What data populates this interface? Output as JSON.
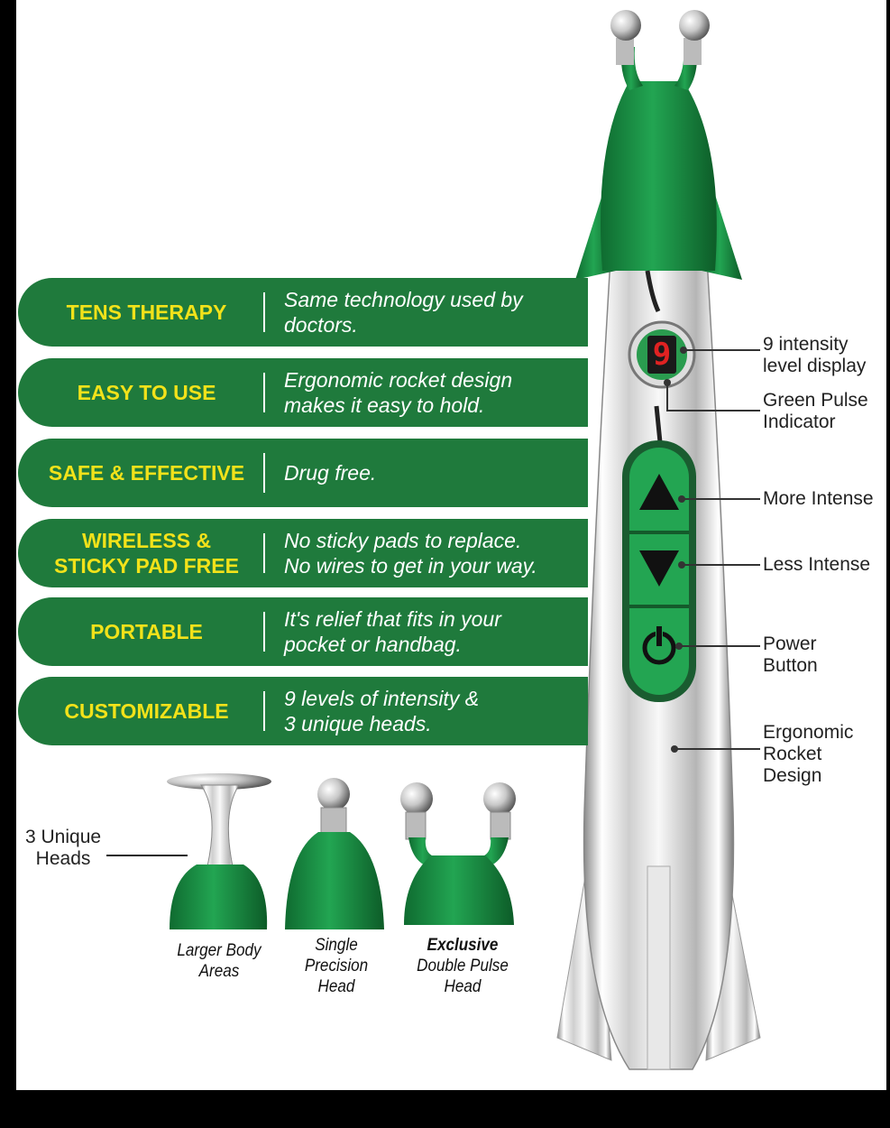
{
  "features": [
    {
      "title": "TENS THERAPY",
      "desc": "Same technology used by\ndoctors."
    },
    {
      "title": "EASY TO USE",
      "desc": "Ergonomic rocket design\nmakes it easy to hold."
    },
    {
      "title": "SAFE & EFFECTIVE",
      "desc": "Drug free."
    },
    {
      "title": "WIRELESS &\nSTICKY PAD FREE",
      "desc": "No sticky pads to replace.\nNo wires to get in your way."
    },
    {
      "title": "PORTABLE",
      "desc": "It's relief that fits in your\npocket or handbag."
    },
    {
      "title": "CUSTOMIZABLE",
      "desc": "9 levels of intensity &\n3 unique heads."
    }
  ],
  "callouts": {
    "display": "9 intensity\nlevel display",
    "pulse": "Green Pulse\nIndicator",
    "more": "More Intense",
    "less": "Less Intense",
    "power": "Power\nButton",
    "design": "Ergonomic\nRocket\nDesign"
  },
  "device": {
    "display_digit": "9"
  },
  "heads": {
    "label": "3 Unique\nHeads",
    "larger": "Larger Body\nAreas",
    "single": "Single\nPrecision\nHead",
    "double_bold": "Exclusive",
    "double_rest": "Double Pulse\nHead"
  },
  "colors": {
    "green": "#1f7a3c",
    "yellow": "#f2e21a",
    "device_green": "#1a9a48"
  }
}
